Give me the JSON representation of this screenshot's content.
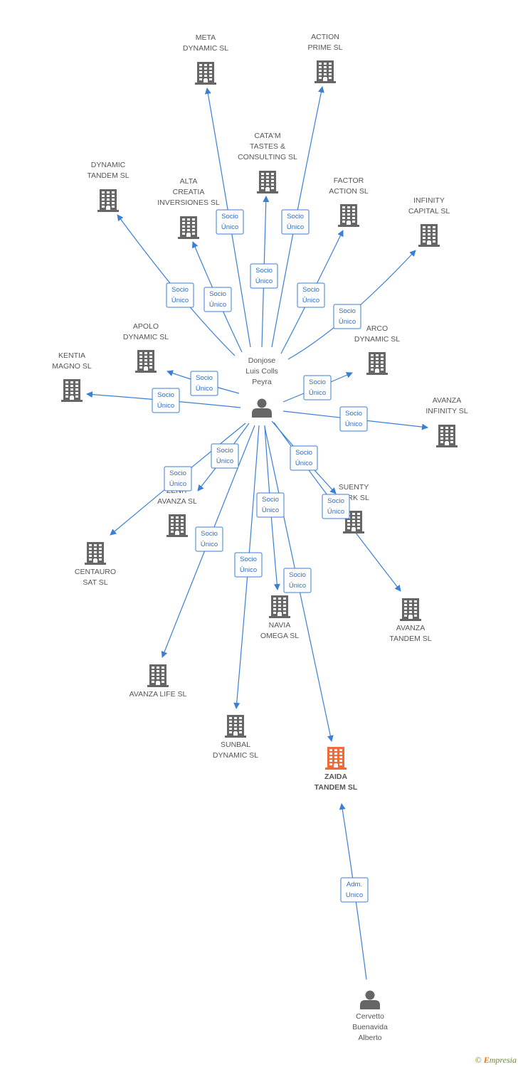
{
  "colors": {
    "edge": "#3a7fd5",
    "edge_label_text": "#2f6fc0",
    "node_icon": "#666666",
    "focus_icon": "#f06a3a",
    "label_text": "#555555"
  },
  "nodes": [
    {
      "id": "p1",
      "type": "person",
      "lines": [
        "Donjose",
        "Luis Colls",
        "Peyra"
      ]
    },
    {
      "id": "p2",
      "type": "person",
      "lines": [
        "Cervetto",
        "Buenavida",
        "Alberto"
      ]
    },
    {
      "id": "c_meta",
      "type": "company",
      "lines": [
        "META",
        "DYNAMIC SL"
      ]
    },
    {
      "id": "c_action",
      "type": "company",
      "lines": [
        "ACTION",
        "PRIME SL"
      ]
    },
    {
      "id": "c_catam",
      "type": "company",
      "lines": [
        "CATA'M",
        "TASTES &",
        "CONSULTING  SL"
      ]
    },
    {
      "id": "c_dyntandem",
      "type": "company",
      "lines": [
        "DYNAMIC",
        "TANDEM SL"
      ]
    },
    {
      "id": "c_alta",
      "type": "company",
      "lines": [
        "ALTA",
        "CREATIA",
        "INVERSIONES SL"
      ]
    },
    {
      "id": "c_factor",
      "type": "company",
      "lines": [
        "FACTOR",
        "ACTION SL"
      ]
    },
    {
      "id": "c_infinity",
      "type": "company",
      "lines": [
        "INFINITY",
        "CAPITAL SL"
      ]
    },
    {
      "id": "c_apolo",
      "type": "company",
      "lines": [
        "APOLO",
        "DYNAMIC SL"
      ]
    },
    {
      "id": "c_arco",
      "type": "company",
      "lines": [
        "ARCO",
        "DYNAMIC SL"
      ]
    },
    {
      "id": "c_kentia",
      "type": "company",
      "lines": [
        "KENTIA",
        "MAGNO SL"
      ]
    },
    {
      "id": "c_avinf",
      "type": "company",
      "lines": [
        "AVANZA",
        "INFINITY SL"
      ]
    },
    {
      "id": "c_zenit",
      "type": "company",
      "lines": [
        "ZENIT",
        "AVANZA SL"
      ]
    },
    {
      "id": "c_suenty",
      "type": "company",
      "lines": [
        "SUENTY",
        "PARK SL"
      ]
    },
    {
      "id": "c_centauro",
      "type": "company",
      "lines": [
        "CENTAURO",
        "SAT SL"
      ]
    },
    {
      "id": "c_navia",
      "type": "company",
      "lines": [
        "NAVIA",
        "OMEGA SL"
      ]
    },
    {
      "id": "c_avtandem",
      "type": "company",
      "lines": [
        "AVANZA",
        "TANDEM SL"
      ]
    },
    {
      "id": "c_avlife",
      "type": "company",
      "lines": [
        "AVANZA LIFE SL"
      ]
    },
    {
      "id": "c_sunbal",
      "type": "company",
      "lines": [
        "SUNBAL",
        "DYNAMIC SL"
      ]
    },
    {
      "id": "c_zaida",
      "type": "company",
      "focus": true,
      "lines": [
        "ZAIDA",
        "TANDEM SL"
      ]
    }
  ],
  "edges": [
    {
      "from": "p1",
      "to": "c_meta",
      "label": [
        "Socio",
        "Único"
      ]
    },
    {
      "from": "p1",
      "to": "c_action",
      "label": [
        "Socio",
        "Único"
      ]
    },
    {
      "from": "p1",
      "to": "c_catam",
      "label": [
        "Socio",
        "Único"
      ]
    },
    {
      "from": "p1",
      "to": "c_dyntandem",
      "label": [
        "Socio",
        "Único"
      ]
    },
    {
      "from": "p1",
      "to": "c_alta",
      "label": [
        "Socio",
        "Único"
      ]
    },
    {
      "from": "p1",
      "to": "c_factor",
      "label": [
        "Socio",
        "Único"
      ]
    },
    {
      "from": "p1",
      "to": "c_infinity",
      "label": [
        "Socio",
        "Único"
      ]
    },
    {
      "from": "p1",
      "to": "c_apolo",
      "label": [
        "Socio",
        "Único"
      ]
    },
    {
      "from": "p1",
      "to": "c_arco",
      "label": [
        "Socio",
        "Único"
      ]
    },
    {
      "from": "p1",
      "to": "c_kentia",
      "label": [
        "Socio",
        "Único"
      ]
    },
    {
      "from": "p1",
      "to": "c_avinf",
      "label": [
        "Socio",
        "Único"
      ]
    },
    {
      "from": "p1",
      "to": "c_zenit",
      "label": [
        "Socio",
        "Único"
      ]
    },
    {
      "from": "p1",
      "to": "c_suenty",
      "label": [
        "Socio",
        "Único"
      ]
    },
    {
      "from": "p1",
      "to": "c_centauro",
      "label": [
        "Socio",
        "Único"
      ]
    },
    {
      "from": "p1",
      "to": "c_navia",
      "label": [
        "Socio",
        "Único"
      ]
    },
    {
      "from": "p1",
      "to": "c_avtandem",
      "label": [
        "Socio",
        "Único"
      ]
    },
    {
      "from": "p1",
      "to": "c_avlife",
      "label": [
        "Socio",
        "Único"
      ]
    },
    {
      "from": "p1",
      "to": "c_sunbal",
      "label": [
        "Socio",
        "Único"
      ]
    },
    {
      "from": "p1",
      "to": "c_zaida",
      "label": [
        "Socio",
        "Único"
      ]
    },
    {
      "from": "p2",
      "to": "c_zaida",
      "label": [
        "Adm.",
        "Unico"
      ]
    }
  ],
  "footer": {
    "copyright_symbol": "©",
    "brand_initial": "E",
    "brand_rest": "mpresia"
  }
}
